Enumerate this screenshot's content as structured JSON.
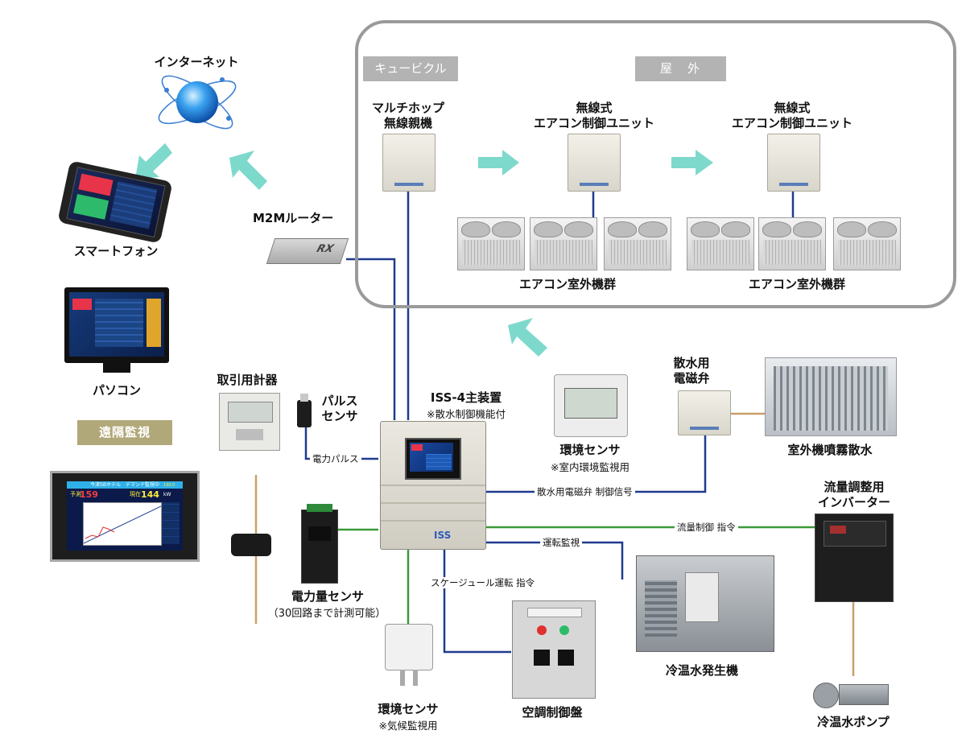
{
  "regions": {
    "cubicle": "キュービクル",
    "outdoor": "屋　外"
  },
  "labels": {
    "internet": "インターネット",
    "smartphone": "スマートフォン",
    "pc": "パソコン",
    "remote_monitoring": "遠隔監視",
    "m2m_router": "M2Mルーター",
    "multihop_line1": "マルチホップ",
    "multihop_line2": "無線親機",
    "wireless_ac_1_line1": "無線式",
    "wireless_ac_1_line2": "エアコン制御ユニット",
    "wireless_ac_2_line1": "無線式",
    "wireless_ac_2_line2": "エアコン制御ユニット",
    "ac_outdoor_group_1": "エアコン室外機群",
    "ac_outdoor_group_2": "エアコン室外機群",
    "trade_meter": "取引用計器",
    "pulse_sensor_line1": "パルス",
    "pulse_sensor_line2": "センサ",
    "iss4_main": "ISS-4主装置",
    "iss4_note": "※散水制御機能付",
    "env_sensor_indoor": "環境センサ",
    "env_sensor_indoor_note": "※室内環境監視用",
    "sprinkler_valve_line1": "散水用",
    "sprinkler_valve_line2": "電磁弁",
    "outdoor_mist": "室外機噴霧散水",
    "flow_inverter_line1": "流量調整用",
    "flow_inverter_line2": "インバーター",
    "power_sensor": "電力量センサ",
    "power_sensor_note": "（30回路まで計測可能）",
    "env_sensor_climate": "環境センサ",
    "env_sensor_climate_note": "※気候監視用",
    "ac_control_panel": "空調制御盤",
    "chiller": "冷温水発生機",
    "chw_pump": "冷温水ポンプ"
  },
  "wires": {
    "power_pulse": "電力パルス",
    "valve_signal": "散水用電磁弁 制御信号",
    "flow_control": "流量制御 指令",
    "operation_monitor": "運転監視",
    "schedule_operation": "スケージュール運転 指令"
  },
  "device_text": {
    "iss_logo": "ISS",
    "monitor_header": "今津SBホテル　デマンド監視中",
    "monitor_actual_label": "予測",
    "monitor_actual_value": "159",
    "monitor_current_label": "現在",
    "monitor_current_value": "144",
    "monitor_unit": "kW",
    "monitor_target": "190.0",
    "router_brand": "RX"
  },
  "colors": {
    "arrow_teal": "#7dd9cc",
    "wire_blue": "#1f3b8f",
    "wire_green": "#3a9a3a",
    "wire_brown": "#c9a06a",
    "frame_gray": "#9a9a9a",
    "pill_gray": "#b3b3b3",
    "pill_olive": "#b1a879"
  },
  "icons": {
    "internet": "globe-icon",
    "arrows": "teal-arrow-icon"
  }
}
